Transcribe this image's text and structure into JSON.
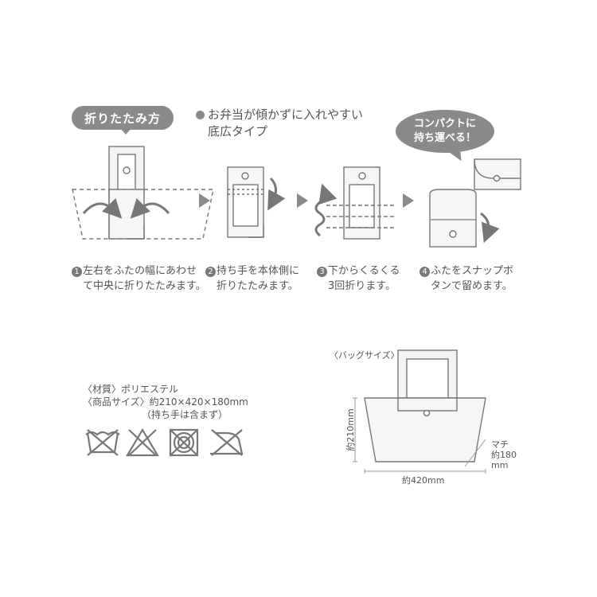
{
  "folding": {
    "title": "折りたたみ方",
    "feature_line1": "お弁当が傾かずに入れやすい",
    "feature_line2": "底広タイプ",
    "bubble_line1": "コンパクトに",
    "bubble_line2": "持ち運べる！",
    "steps": [
      {
        "num": "1",
        "line1": "左右をふたの幅にあわせ",
        "line2": "て中央に折りたたみます。"
      },
      {
        "num": "2",
        "line1": "持ち手を本体側に",
        "line2": "折りたたみます。"
      },
      {
        "num": "3",
        "line1": "下からくるくる",
        "line2": "3回折ります。"
      },
      {
        "num": "4",
        "line1": "ふたをスナップボ",
        "line2": "タンで留めます。"
      }
    ]
  },
  "specs": {
    "material_label": "〈材質〉",
    "material_value": "ポリエステル",
    "size_label": "〈商品サイズ〉",
    "size_value": "約210×420×180mm",
    "size_note": "（持ち手は含まず）"
  },
  "care_icons": [
    "hand-wash-icon",
    "no-bleach-icon",
    "no-tumble-dry-icon",
    "low-iron-icon"
  ],
  "bag_size": {
    "title": "〈バッグサイズ〉",
    "height": "約210mm",
    "width": "約420mm",
    "gusset_label": "マチ",
    "gusset_value": "約180",
    "gusset_unit": "mm"
  },
  "colors": {
    "ink": "#555555",
    "accent_gray": "#8a8a8a"
  }
}
